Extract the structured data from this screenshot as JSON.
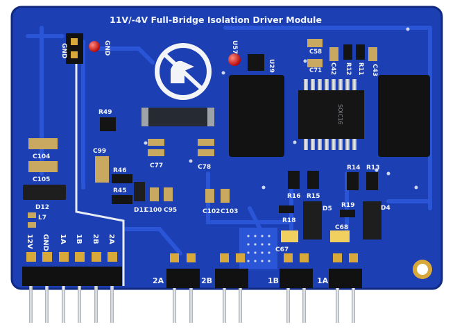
{
  "board": {
    "title": "11V/-4V   Full-Bridge Isolation Driver Module",
    "colors": {
      "pcb": "#1c3fb4",
      "pcb_dark": "#163499",
      "trace": "#2a55d6",
      "silk": "#f2f4f8",
      "chip": "#151515",
      "gold": "#d8a93a",
      "pin": "#c9ccd2",
      "led": "#d82020",
      "cap_tan": "#c9a860"
    }
  },
  "labels": {
    "gnd_left": "GND",
    "gnd_right": "GND",
    "r49": "R49",
    "c99": "C99",
    "c104": "C104",
    "c105": "C105",
    "d12": "D12",
    "l7": "L7",
    "r46": "R46",
    "r45": "R45",
    "d11": "D11",
    "c100": "C100",
    "c95": "C95",
    "c77": "C77",
    "c78": "C78",
    "c102": "C102",
    "c103": "C103",
    "u57": "U57",
    "u29": "U29",
    "c58": "C58",
    "c71": "C71",
    "c42": "C42",
    "r12": "R12",
    "r11": "R11",
    "c43": "C43",
    "soic16": "SOIC16",
    "r14": "R14",
    "r13": "R13",
    "r16": "R16",
    "r15": "R15",
    "r18": "R18",
    "r19": "R19",
    "d5": "D5",
    "d4": "D4",
    "c67": "C67",
    "c68": "C68",
    "pin_12v": "12V",
    "pin_gnd": "GND",
    "pin_1a": "1A",
    "pin_1b": "1B",
    "pin_2b": "2B",
    "pin_2a": "2A",
    "out_2a": "2A",
    "out_2b": "2B",
    "out_1b": "1B",
    "out_1a": "1A"
  }
}
